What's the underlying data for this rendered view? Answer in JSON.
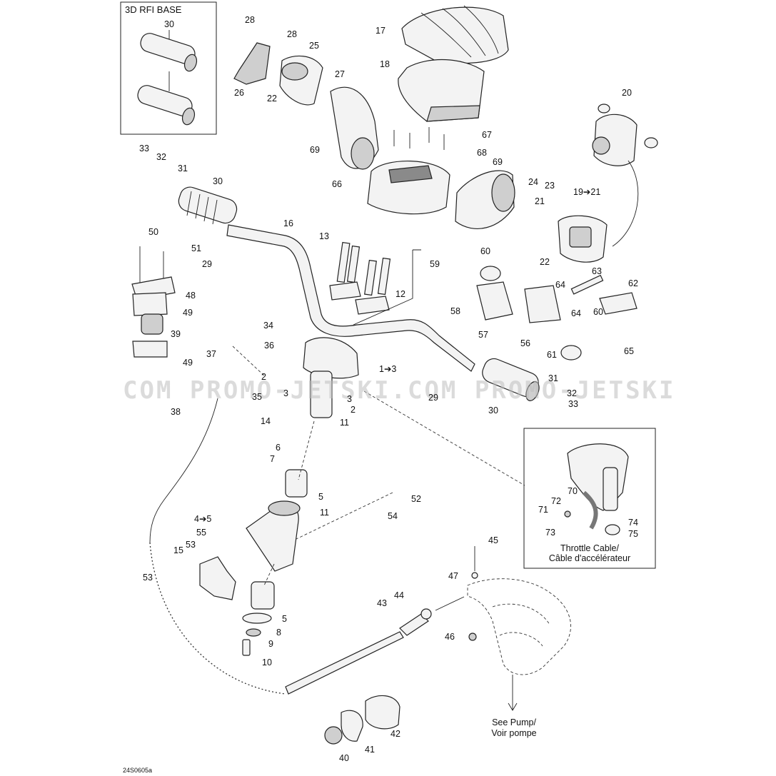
{
  "inset_rfi": {
    "title": "3D RFI BASE",
    "labels": [
      "30"
    ]
  },
  "inset_throttle": {
    "caption_en": "Throttle Cable/",
    "caption_fr": "Câble d'accélérateur",
    "labels": [
      "70",
      "72",
      "71",
      "73",
      "74",
      "75"
    ]
  },
  "pump_note": {
    "line1": "See Pump/",
    "line2": "Voir pompe"
  },
  "watermark": "COM PROMO-JETSKI.COM PROMO-JETSKI",
  "figure_code": "24S0605a",
  "part_labels": [
    "28",
    "28",
    "25",
    "26",
    "22",
    "27",
    "17",
    "18",
    "20",
    "67",
    "68",
    "69",
    "66",
    "69",
    "24",
    "23",
    "21",
    "19➔21",
    "22",
    "33",
    "32",
    "31",
    "30",
    "16",
    "29",
    "50",
    "51",
    "48",
    "49",
    "39",
    "49",
    "13",
    "12",
    "59",
    "60",
    "63",
    "62",
    "64",
    "64",
    "58",
    "57",
    "56",
    "60",
    "61",
    "65",
    "34",
    "36",
    "37",
    "1➔3",
    "2",
    "35",
    "3",
    "3",
    "2",
    "11",
    "31",
    "29",
    "32",
    "33",
    "30",
    "38",
    "14",
    "6",
    "7",
    "5",
    "11",
    "52",
    "54",
    "4➔5",
    "55",
    "53",
    "15",
    "53",
    "5",
    "8",
    "9",
    "10",
    "45",
    "47",
    "43",
    "44",
    "46",
    "40",
    "41",
    "42"
  ]
}
